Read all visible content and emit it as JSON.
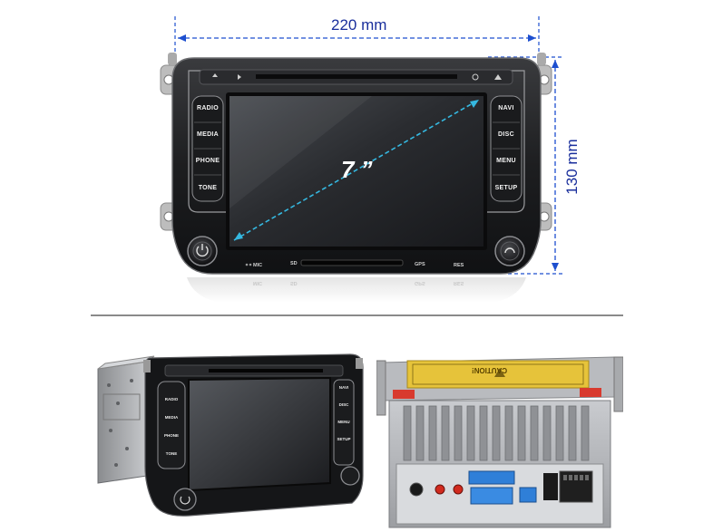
{
  "dimensions": {
    "width_label": "220 mm",
    "height_label": "130 mm",
    "diagonal_label": "7 ”",
    "line_color": "#1d4fcf"
  },
  "main_unit": {
    "left_buttons": [
      "RADIO",
      "MEDIA",
      "PHONE",
      "TONE"
    ],
    "right_buttons": [
      "NAVI",
      "DISC",
      "MENU",
      "SETUP"
    ],
    "bottom_labels": [
      "MIC",
      "SD",
      "GPS",
      "RES"
    ],
    "reflection_labels": [
      "MIC",
      "SD",
      "GPS",
      "RES"
    ]
  },
  "angled_unit": {
    "left_buttons": [
      "RADIO",
      "MEDIA",
      "PHONE",
      "TONE"
    ],
    "right_buttons": [
      "NAVI",
      "DISC",
      "MENU",
      "SETUP"
    ]
  },
  "back_view": {
    "label_text": "CAUTION!",
    "sticker_color": "#e6c33a"
  }
}
